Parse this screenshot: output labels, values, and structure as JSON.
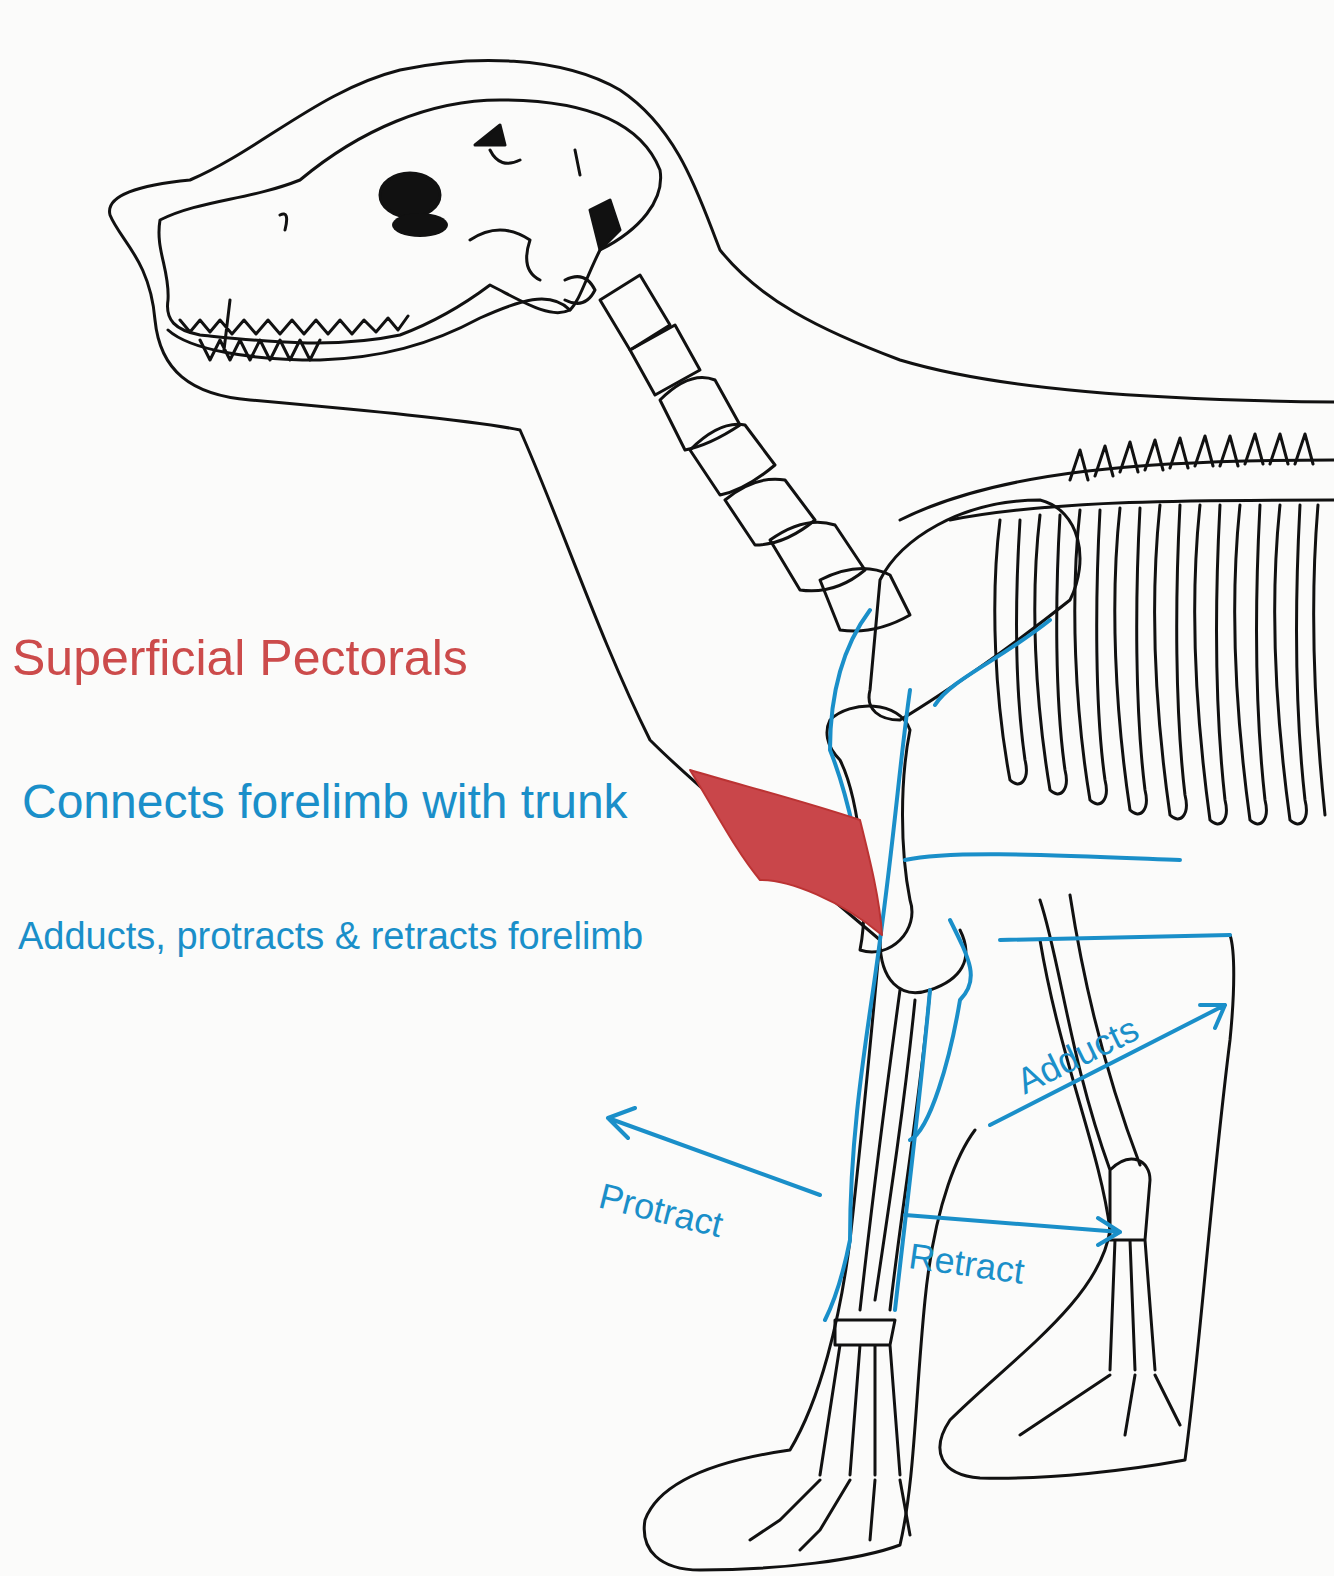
{
  "diagram": {
    "title": "Superficial Pectorals",
    "labels": [
      "Connects forelimb with trunk",
      "Adducts, protracts & retracts forelimb",
      "Protract",
      "Retract",
      "Adducts"
    ]
  }
}
